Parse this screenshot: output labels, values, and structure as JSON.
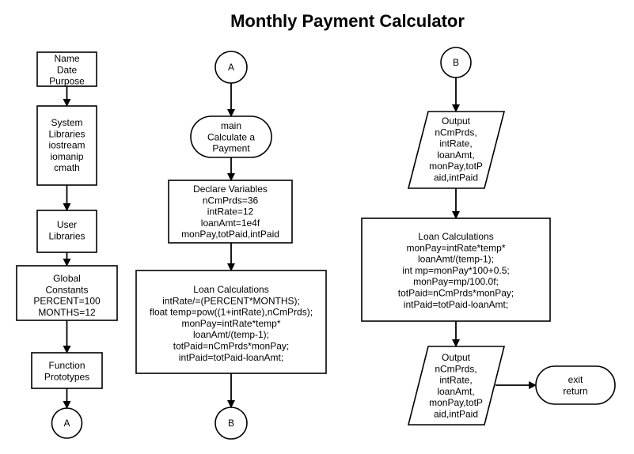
{
  "title": "Monthly Payment Calculator",
  "nodes": {
    "col1_header": [
      "Name",
      "Date",
      "Purpose"
    ],
    "col1_libraries": [
      "System",
      "Libraries",
      "iostream",
      "iomanip",
      "cmath"
    ],
    "col1_user_libraries": [
      "User",
      "Libraries"
    ],
    "col1_constants": [
      "Global",
      "Constants",
      "PERCENT=100",
      "MONTHS=12"
    ],
    "col1_prototypes": [
      "Function",
      "Prototypes"
    ],
    "col1_connector": "A",
    "col2_connector_in": "A",
    "col2_main": [
      "main",
      "Calculate a",
      "Payment"
    ],
    "col2_declare": [
      "Declare Variables",
      "nCmPrds=36",
      "intRate=12",
      "loanAmt=1e4f",
      "monPay,totPaid,intPaid"
    ],
    "col2_loan_calc": [
      "Loan Calculations",
      "intRate/=(PERCENT*MONTHS);",
      "float temp=pow((1+intRate),nCmPrds);",
      "monPay=intRate*temp*",
      "loanAmt/(temp-1);",
      "totPaid=nCmPrds*monPay;",
      "intPaid=totPaid-loanAmt;"
    ],
    "col2_connector_out": "B",
    "col3_connector_in": "B",
    "col3_output1": [
      "Output",
      "nCmPrds,",
      "intRate,",
      "loanAmt,",
      "monPay,totP",
      "aid,intPaid"
    ],
    "col3_loan_calc": [
      "Loan Calculations",
      "monPay=intRate*temp*",
      "loanAmt/(temp-1);",
      "int mp=monPay*100+0.5;",
      "monPay=mp/100.0f;",
      "totPaid=nCmPrds*monPay;",
      "intPaid=totPaid-loanAmt;"
    ],
    "col3_output2": [
      "Output",
      "nCmPrds,",
      "intRate,",
      "loanAmt,",
      "monPay,totP",
      "aid,intPaid"
    ],
    "col3_exit": [
      "exit",
      "return"
    ]
  }
}
